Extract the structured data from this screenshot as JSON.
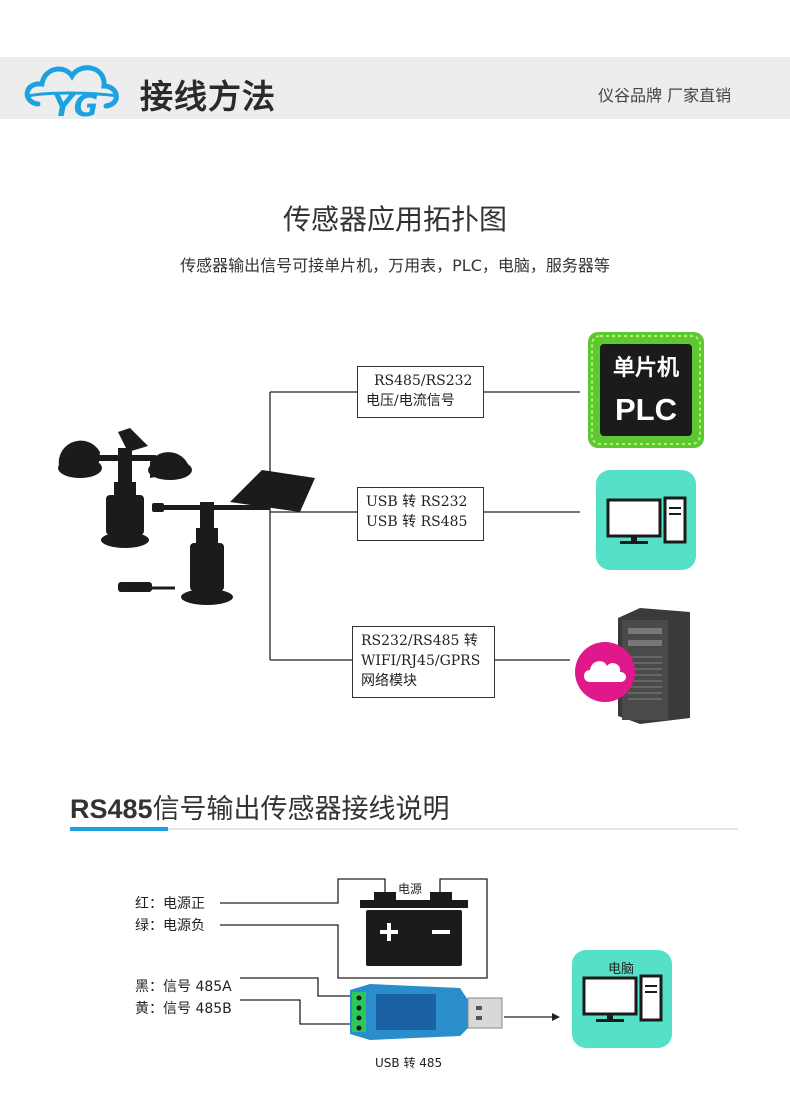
{
  "header": {
    "title": "接线方法",
    "slogan": "仪谷品牌 厂家直销"
  },
  "topology": {
    "title": "传感器应用拓扑图",
    "subtitle": "传感器输出信号可接单片机，万用表，PLC，电脑，服务器等",
    "boxes": [
      {
        "lines": [
          "RS485/RS232",
          "电压/电流信号"
        ]
      },
      {
        "lines": [
          "USB 转 RS232",
          "USB 转 RS485"
        ]
      },
      {
        "lines": [
          "RS232/RS485 转",
          "WIFI/RJ45/GPRS",
          "网络模块"
        ]
      }
    ],
    "chip": {
      "line1": "单片机",
      "line2": "PLC"
    }
  },
  "wiring": {
    "title_prefix": "RS485",
    "title_suffix": "信号输出传感器接线说明",
    "wires": [
      "红：电源正",
      "绿：电源负",
      "黑：信号 485A",
      "黄：信号 485B"
    ],
    "power_label": "电源",
    "computer_label": "电脑",
    "usb_label": "USB 转 485"
  },
  "colors": {
    "accent": "#1aa3e0",
    "computer_bg": "#55e0c8",
    "chip_green": "#5cc832",
    "cloud_magenta": "#e0188c"
  }
}
